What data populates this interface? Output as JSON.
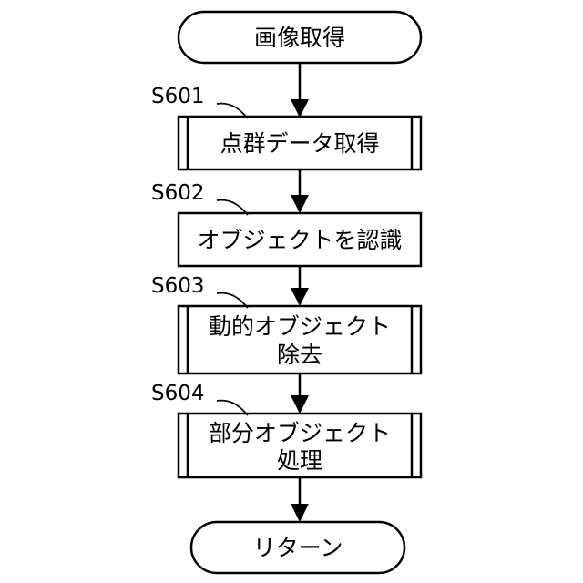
{
  "flowchart": {
    "start": {
      "label": "画像取得"
    },
    "steps": [
      {
        "id": "S601",
        "lines": [
          "点群データ取得"
        ],
        "kind": "subroutine"
      },
      {
        "id": "S602",
        "lines": [
          "オブジェクトを認識"
        ],
        "kind": "process"
      },
      {
        "id": "S603",
        "lines": [
          "動的オブジェクト",
          "除去"
        ],
        "kind": "subroutine"
      },
      {
        "id": "S604",
        "lines": [
          "部分オブジェクト",
          "処理"
        ],
        "kind": "subroutine"
      }
    ],
    "end": {
      "label": "リターン"
    }
  }
}
